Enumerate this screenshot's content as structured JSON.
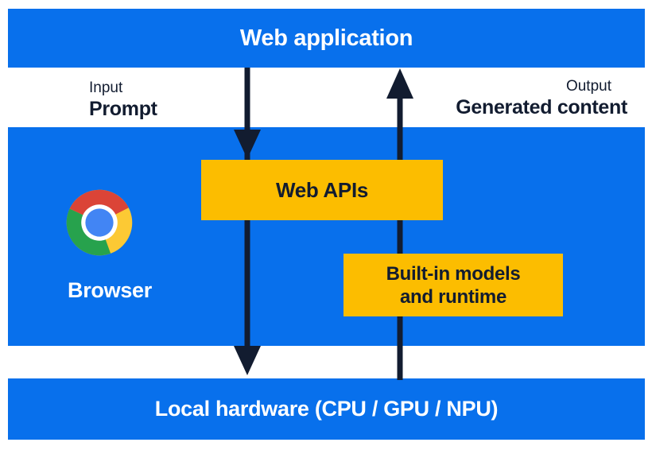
{
  "colors": {
    "blue": "#0870EC",
    "yellow": "#FCBD00",
    "dark": "#121C30",
    "logo_red": "#DB4437",
    "logo_green": "#27A24D",
    "logo_yellow": "#FCC934",
    "logo_blue": "#4285F4"
  },
  "top_band": {
    "label": "Web application"
  },
  "flow_labels": {
    "input_title": "Input",
    "input_value": "Prompt",
    "output_title": "Output",
    "output_value": "Generated content"
  },
  "browser_band": {
    "browser_label": "Browser",
    "web_apis_label": "Web APIs",
    "builtin_line1": "Built-in models",
    "builtin_line2": "and runtime"
  },
  "bottom_band": {
    "label": "Local hardware (CPU / GPU / NPU)"
  }
}
